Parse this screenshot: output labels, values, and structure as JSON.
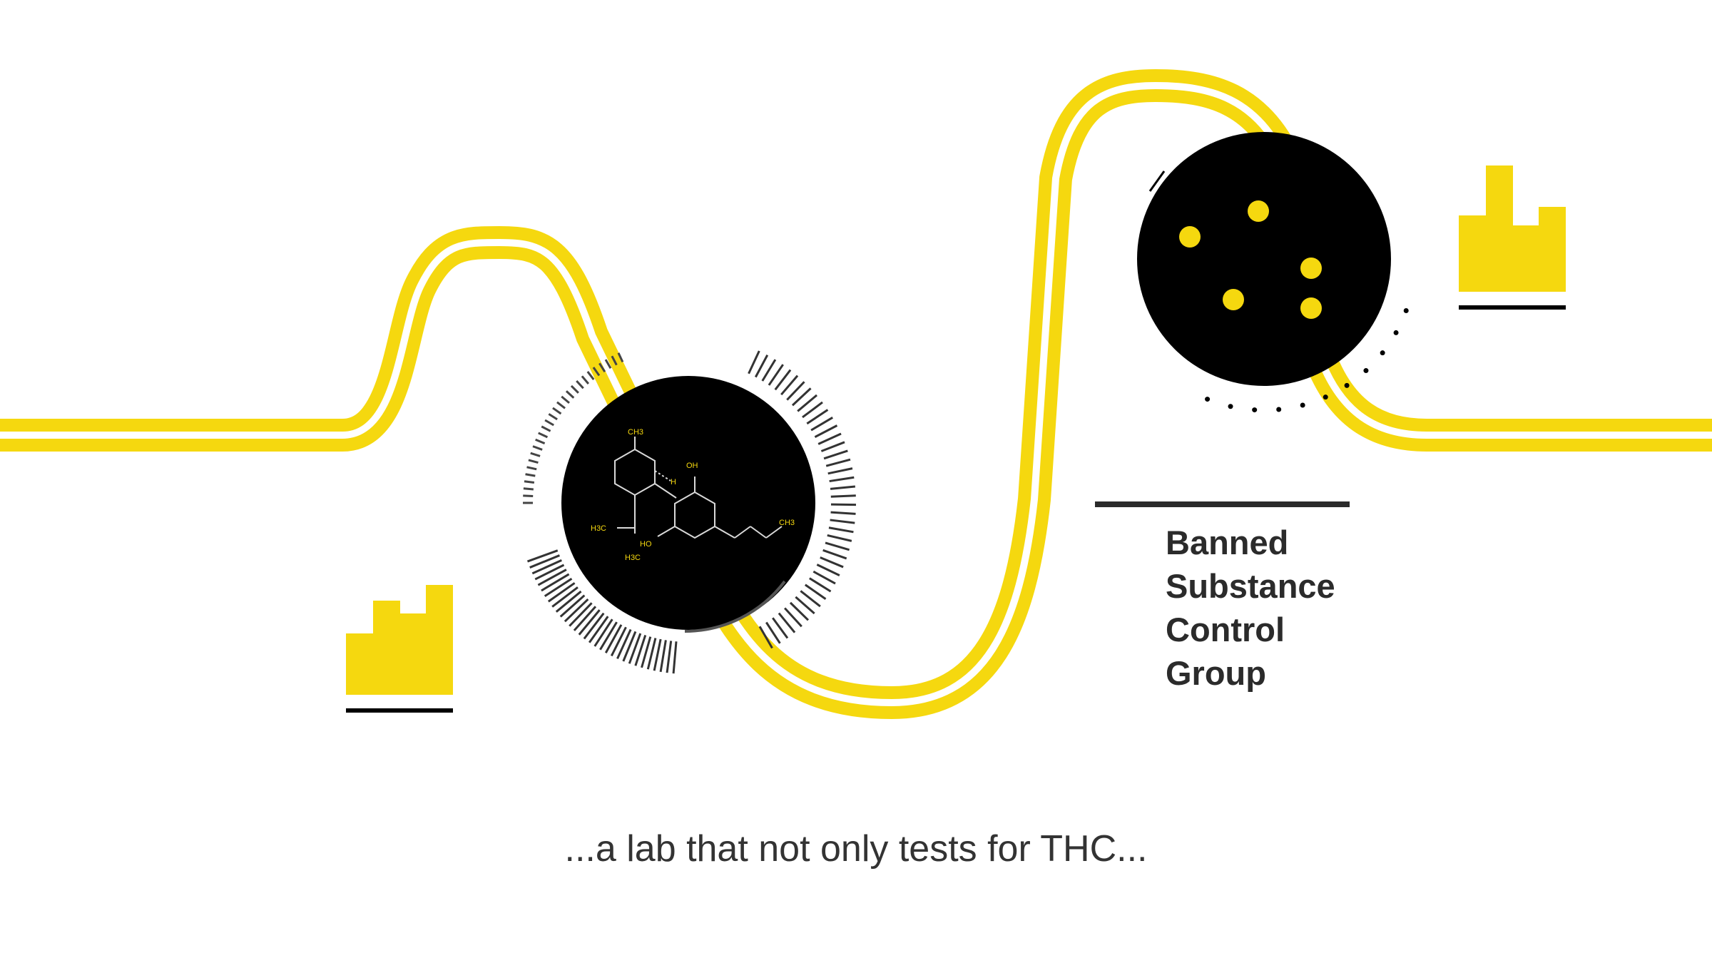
{
  "organization": {
    "lines": [
      "Banned",
      "Substance",
      "Control",
      "Group"
    ]
  },
  "caption": "...a lab that not only tests for THC...",
  "molecule": {
    "labels": [
      "CH3",
      "OH",
      "H",
      "H3C",
      "HO",
      "H3C",
      "CH3"
    ]
  },
  "colors": {
    "accent": "#f5d80f",
    "dark": "#000000",
    "text": "#2b2b2b"
  },
  "icons": [
    "thc-molecule-icon",
    "bar-chart-icon",
    "dots-sample-icon",
    "conveyor-track"
  ]
}
